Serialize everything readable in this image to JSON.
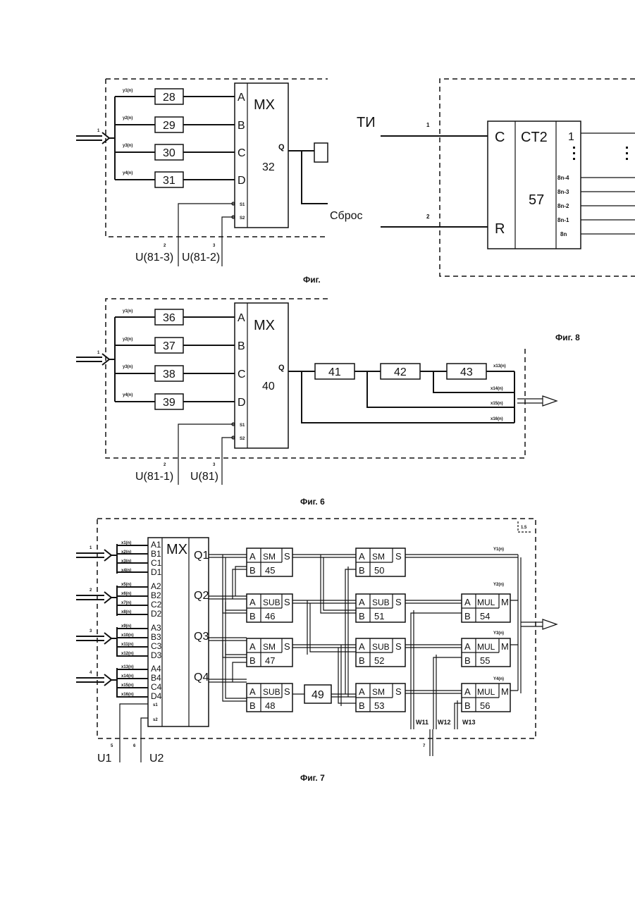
{
  "fig_top": {
    "caption": "Фиг.",
    "mux": "MX",
    "mux_num": "32",
    "ports": [
      "A",
      "B",
      "C",
      "D"
    ],
    "out": "Q",
    "sel": [
      "S1",
      "S2"
    ],
    "blocks": [
      "28",
      "29",
      "30",
      "31"
    ],
    "inputs": [
      "y1(n)",
      "y2(n)",
      "y3(n)",
      "y4(n)"
    ],
    "bus_no": "1",
    "sel_nums": [
      "2",
      "3"
    ],
    "u_labels": [
      "U(81-3)",
      "U(81-2)"
    ],
    "reset": "Cброс"
  },
  "fig8": {
    "caption": "Фиг. 8",
    "ti": "ТИ",
    "pin1": "1",
    "pin2": "2",
    "c": "C",
    "r": "R",
    "ct": "CT2",
    "num": "57",
    "outs": [
      "1",
      "8n-4",
      "8n-3",
      "8n-2",
      "8n-1",
      "8n"
    ]
  },
  "fig6": {
    "caption": "Фиг. 6",
    "mux": "MX",
    "mux_num": "40",
    "blocks": [
      "36",
      "37",
      "38",
      "39"
    ],
    "chain": [
      "41",
      "42",
      "43"
    ],
    "inputs": [
      "y1(n)",
      "y2(n)",
      "y3(n)",
      "y4(n)"
    ],
    "outs": [
      "x13(n)",
      "x14(n)",
      "x15(n)",
      "x16(n)"
    ],
    "bus_no": "1",
    "sel_nums": [
      "2",
      "3"
    ],
    "u_labels": [
      "U(81-1)",
      "U(81)"
    ]
  },
  "fig7": {
    "caption": "Фиг. 7",
    "corner": "1.5",
    "mux": "MX",
    "x_labels": [
      "x1(n)",
      "x2(n)",
      "x3(n)",
      "x4(n)",
      "x5(n)",
      "x6(n)",
      "x7(n)",
      "x8(n)",
      "x9(n)",
      "x10(n)",
      "x11(n)",
      "x12(n)",
      "x13(n)",
      "x14(n)",
      "x15(n)",
      "x16(n)"
    ],
    "port_labels": [
      "A1",
      "B1",
      "C1",
      "D1",
      "A2",
      "B2",
      "C2",
      "D2",
      "A3",
      "B3",
      "C3",
      "D3",
      "A4",
      "B4",
      "C4",
      "D4"
    ],
    "q_labels": [
      "Q1",
      "Q2",
      "Q3",
      "Q4"
    ],
    "bus_nums": [
      "1",
      "2",
      "3",
      "4"
    ],
    "sel": [
      "s1",
      "s2"
    ],
    "sel_nums": [
      "5",
      "6"
    ],
    "u_labels": [
      "U1",
      "U2"
    ],
    "col1": [
      {
        "op": "SM",
        "num": "45"
      },
      {
        "op": "SUB",
        "num": "46"
      },
      {
        "op": "SM",
        "num": "47"
      },
      {
        "op": "SUB",
        "num": "48"
      }
    ],
    "col2": [
      {
        "op": "SM",
        "num": "50"
      },
      {
        "op": "SUB",
        "num": "51"
      },
      {
        "op": "SUB",
        "num": "52"
      },
      {
        "op": "SM",
        "num": "53"
      }
    ],
    "col3": [
      {
        "op": "MUL",
        "num": "54"
      },
      {
        "op": "MUL",
        "num": "55"
      },
      {
        "op": "MUL",
        "num": "56"
      }
    ],
    "b49": "49",
    "w_labels": [
      "W11",
      "W12",
      "W13"
    ],
    "y_labels": [
      "Y1(n)",
      "Y2(n)",
      "Y3(n)",
      "Y4(n)"
    ],
    "bottom_num": "7"
  }
}
